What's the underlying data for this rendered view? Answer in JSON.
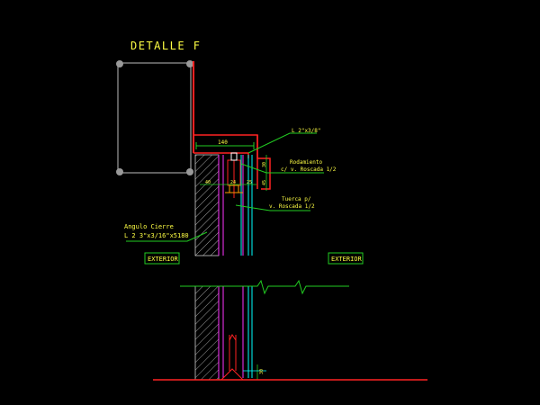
{
  "drawing": {
    "title": "DETALLE F",
    "labels": {
      "angle_top": "L 2\"x3/8\"",
      "dim_top": "140",
      "bearing_line1": "Rodamiento",
      "bearing_line2": "c/ v. Roscada 1/2",
      "nut_line1": "Tuerca p/",
      "nut_line2": "v. Roscada 1/2",
      "closure_line1": "Angulo Cierre",
      "closure_line2": "L 2 3\"x3/16\"x5180",
      "exterior_left": "EXTERIOR",
      "exterior_right": "EXTERIOR",
      "dim_small_a": "40",
      "dim_small_b": "24",
      "dim_small_c": "25",
      "dim_vert_a": "30",
      "dim_vert_b": "45",
      "dim_bottom": "30"
    },
    "colors": {
      "background": "#000000",
      "title": "#ffff44",
      "annotation": "#ffff44",
      "leader": "#22cc22",
      "steel": "#ff2222",
      "profile": "#ff33ff",
      "rail": "#00ffff",
      "outline": "#ffffff",
      "panel": "#bbbbbb",
      "hatch": "#cccccc"
    }
  }
}
